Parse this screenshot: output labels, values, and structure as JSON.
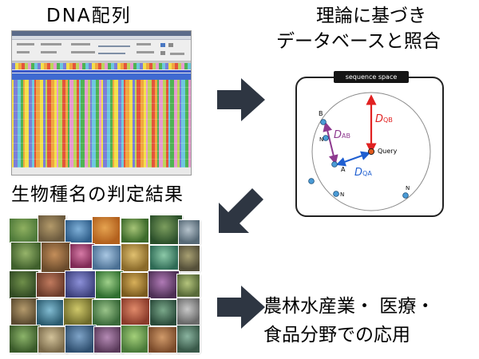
{
  "headings": {
    "dna": "DNA配列",
    "compare_line1": "理論に基づき",
    "compare_line2": "データベースと照合",
    "judge": "生物種名の判定結果",
    "apply_line1": "農林水産業・ 医療・",
    "apply_line2": "食品分野での応用"
  },
  "sequence_space": {
    "title": "sequence space",
    "points": [
      {
        "label": "B"
      },
      {
        "label": "N"
      },
      {
        "label": "A"
      },
      {
        "label": ""
      },
      {
        "label": "N"
      },
      {
        "label": "N"
      }
    ],
    "query_label": "Query",
    "distances": {
      "ab": {
        "main": "D",
        "sub": "AB"
      },
      "qa": {
        "main": "D",
        "sub": "QA"
      },
      "qb": {
        "main": "D",
        "sub": "QB"
      }
    }
  },
  "colors": {
    "arrow": "#2e3642",
    "point": "#4a9bd6",
    "query": "#e25a1c",
    "ab": "#8e3a8f",
    "qa": "#1f5fd1",
    "qb": "#e12121",
    "nucleotides": [
      "#f2e04b",
      "#4fb353",
      "#e4543c",
      "#7b7fd8",
      "#e89ad0",
      "#f0a640",
      "#6ec8de",
      "#bcd55a"
    ]
  }
}
